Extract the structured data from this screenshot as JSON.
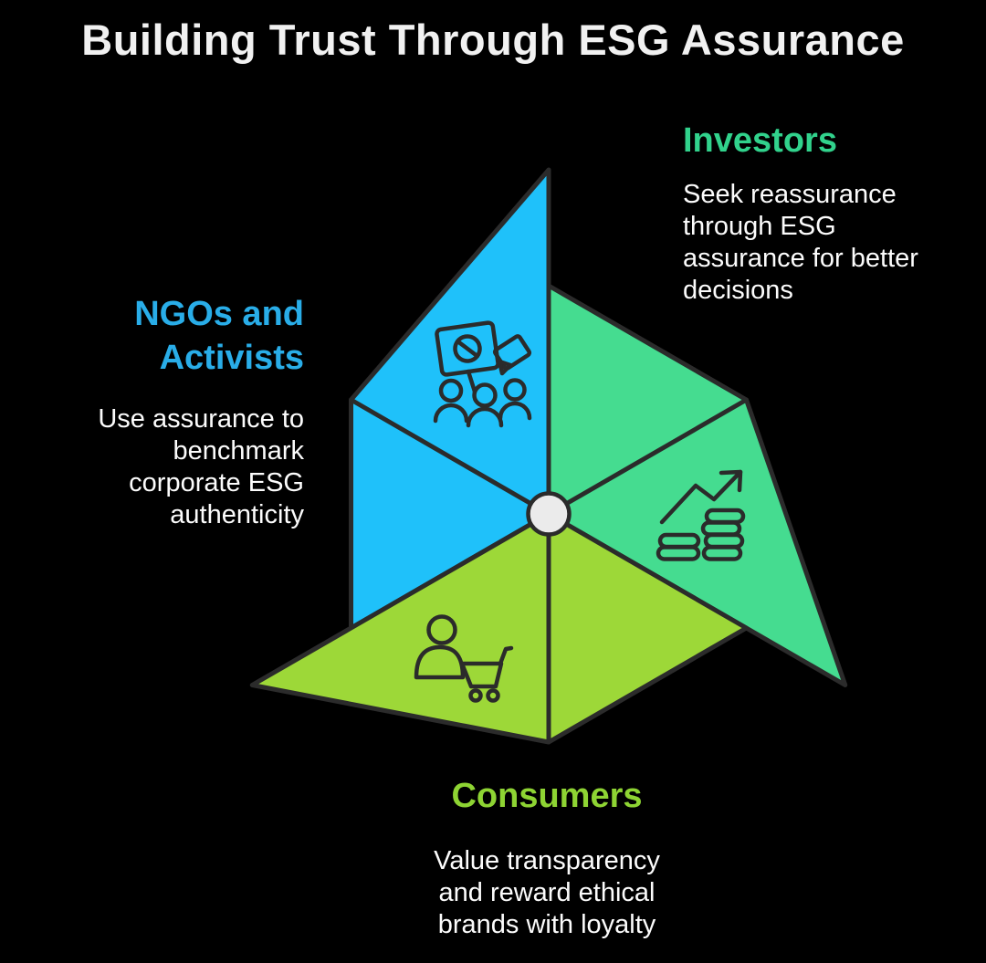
{
  "title": "Building Trust Through ESG Assurance",
  "colors": {
    "background": "#000000",
    "outline": "#2b2b2b",
    "hub_fill": "#ebebeb"
  },
  "segments": {
    "ngos": {
      "heading": "NGOs and\nActivists",
      "description": "Use assurance to\nbenchmark\ncorporate ESG\nauthenticity",
      "fill": "#1fc1fa",
      "heading_color": "#29ade8",
      "icon": "protest-crowd-icon"
    },
    "investors": {
      "heading": "Investors",
      "description": "Seek reassurance\nthrough ESG\nassurance for better\ndecisions",
      "fill": "#45dc90",
      "heading_color": "#31d28c",
      "icon": "growth-chart-coins-icon"
    },
    "consumers": {
      "heading": "Consumers",
      "description": "Value transparency\nand reward ethical\nbrands with loyalty",
      "fill": "#9dd838",
      "heading_color": "#8ed433",
      "icon": "shopper-cart-icon"
    }
  }
}
